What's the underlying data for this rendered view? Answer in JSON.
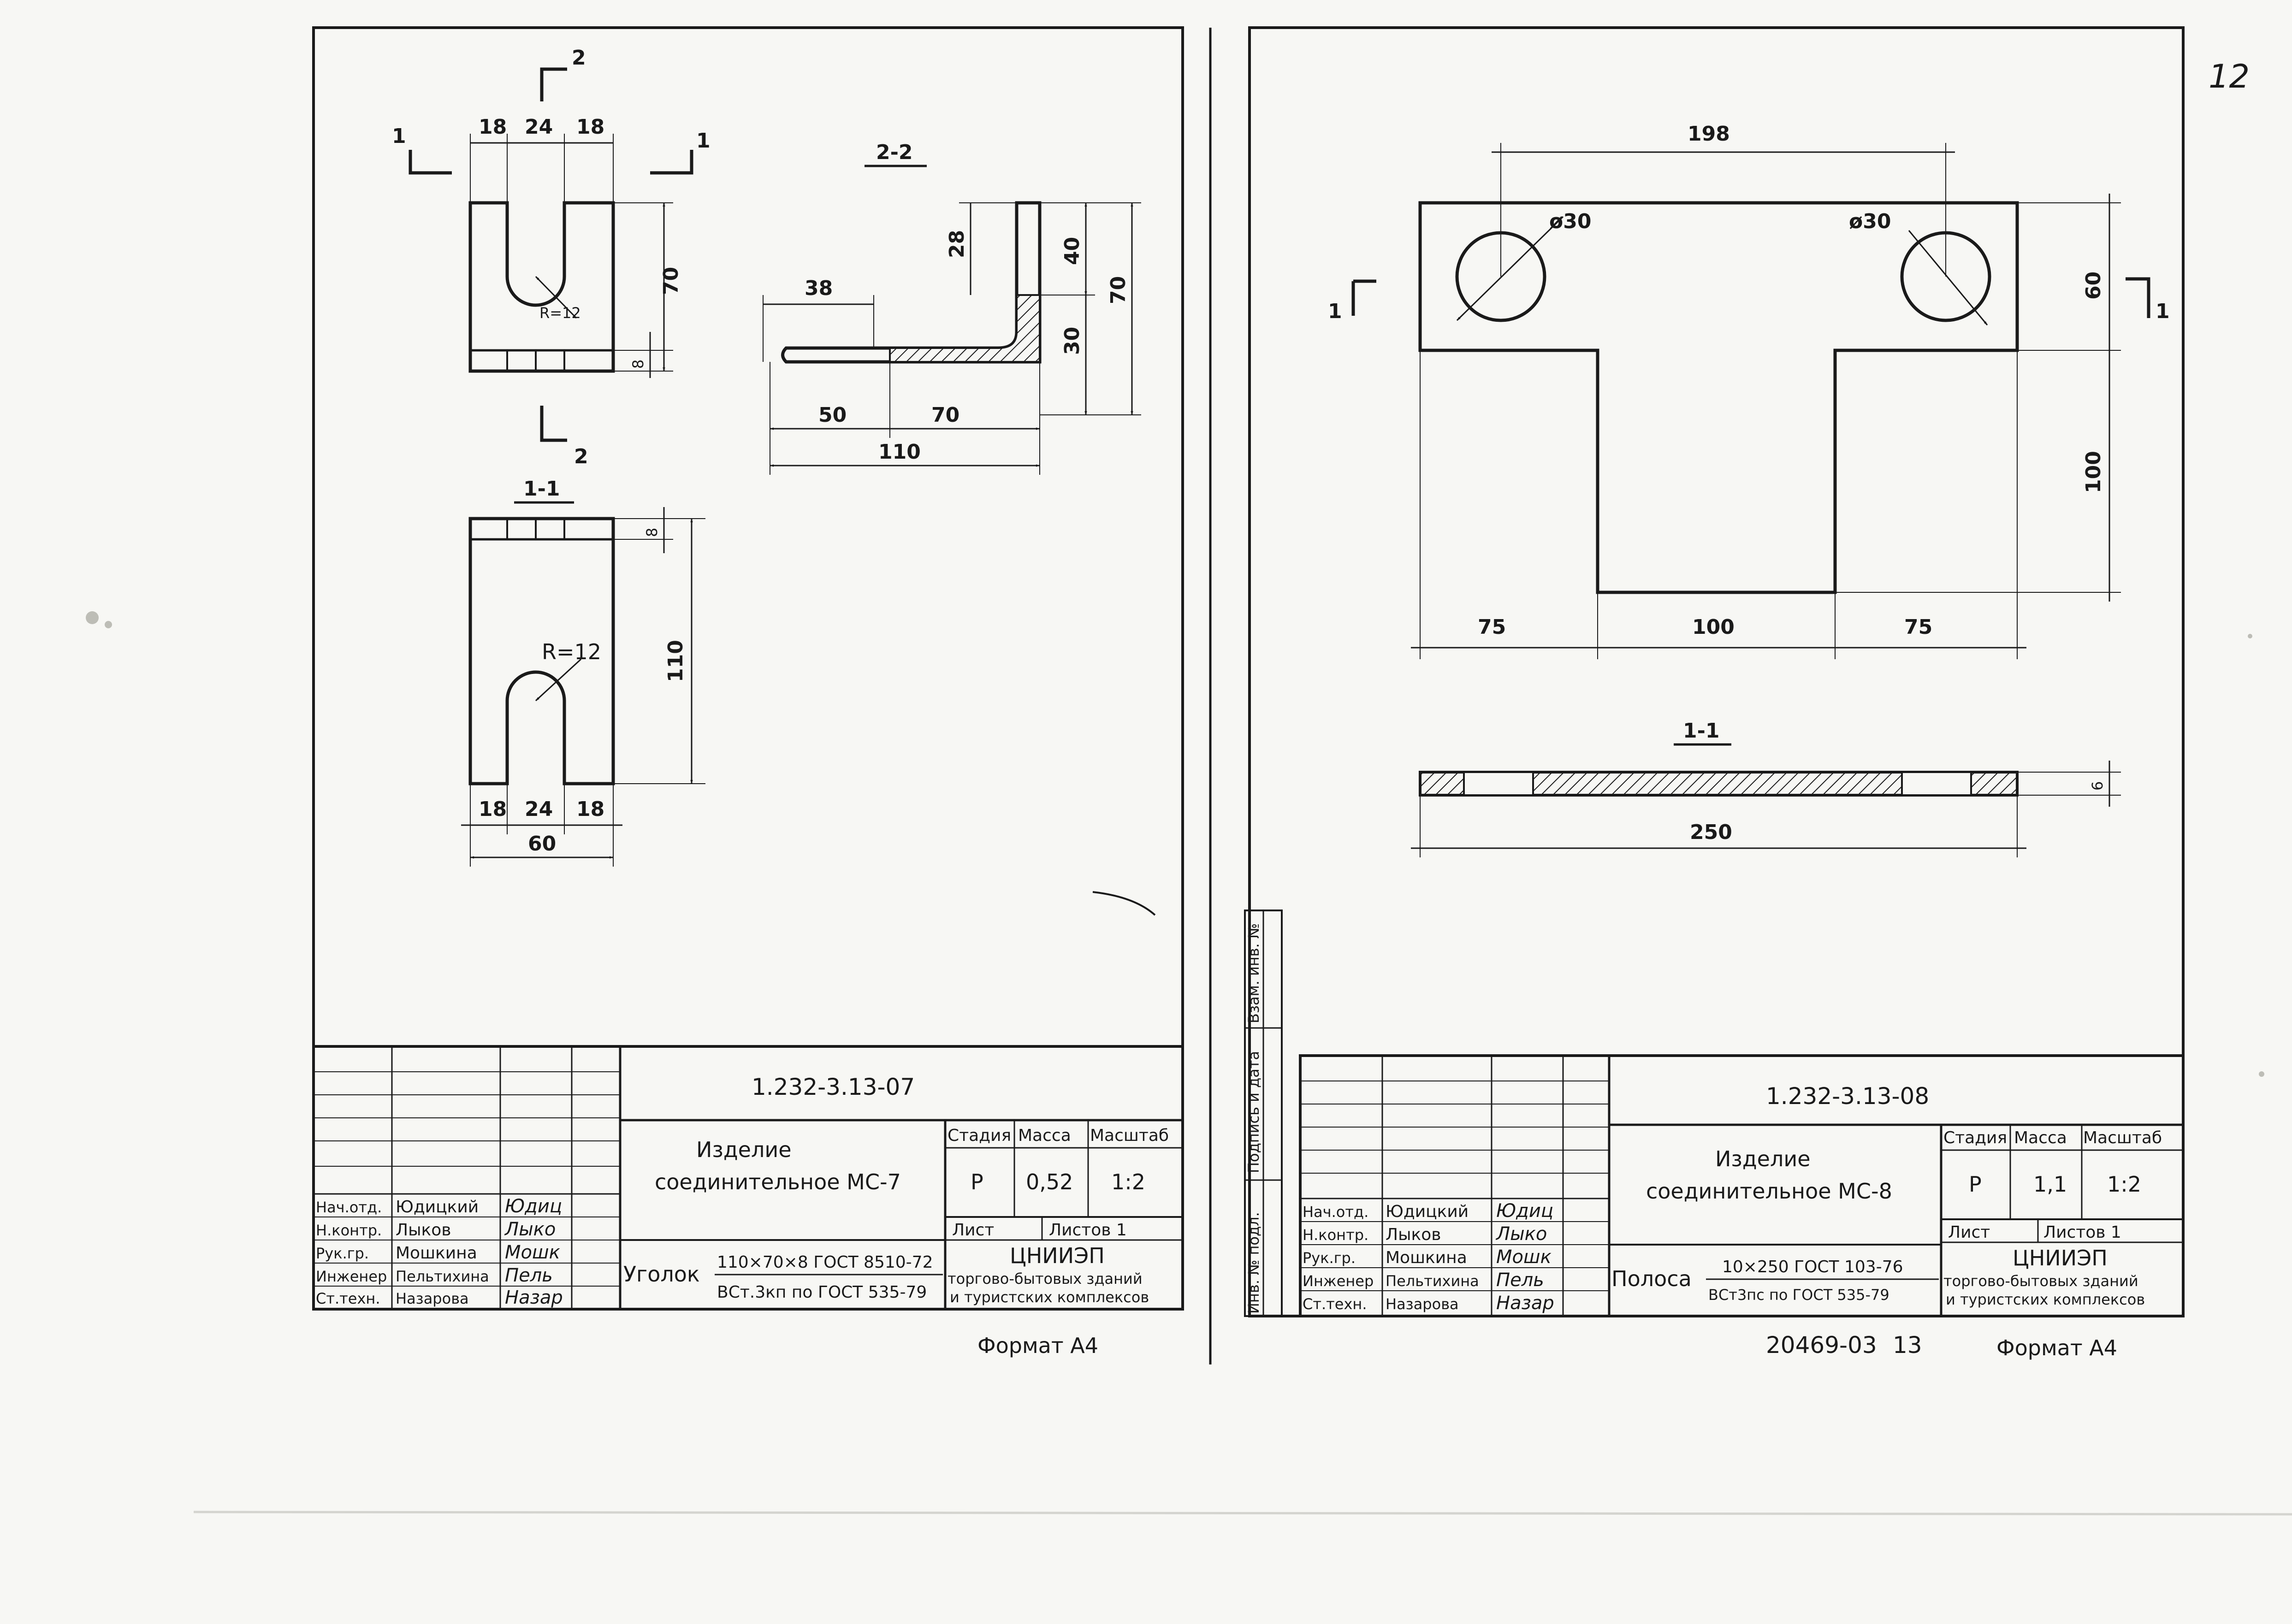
{
  "page_number": "12",
  "left": {
    "views": {
      "front": {
        "section_mark": "1",
        "section_mark_2": "2",
        "dims": {
          "w1": "18",
          "w2": "24",
          "w3": "18",
          "h": "70",
          "slot": "8",
          "r": "R=12"
        }
      },
      "section_2_2": {
        "title": "2-2",
        "dims": {
          "a": "38",
          "b": "28",
          "c": "40",
          "d": "30",
          "e": "70",
          "f": "50",
          "g": "70",
          "h": "110"
        }
      },
      "section_1_1": {
        "title": "1-1",
        "dims": {
          "top": "8",
          "h": "110",
          "r": "R=12",
          "w1": "18",
          "w2": "24",
          "w3": "18",
          "total": "60"
        }
      }
    },
    "title_block": {
      "doc_code": "1.232-3.13-07",
      "name_line1": "Изделие",
      "name_line2": "соединительное МС-7",
      "headers": {
        "stage": "Стадия",
        "mass": "Масса",
        "scale": "Масштаб"
      },
      "values": {
        "stage": "Р",
        "mass": "0,52",
        "scale": "1:2"
      },
      "sheet_label": "Лист",
      "sheets_label": "Листов 1",
      "org_line1": "ЦНИИЭП",
      "org_line2": "торгово-бытовых зданий",
      "org_line3": "и туристских комплексов",
      "material_label": "Уголок",
      "material_top": "110×70×8 ГОСТ 8510-72",
      "material_bottom": "ВСт.3кп по ГОСТ 535-79",
      "people": [
        {
          "role": "Нач.отд.",
          "name": "Юдицкий",
          "sign": "Юдиц"
        },
        {
          "role": "Н.контр.",
          "name": "Лыков",
          "sign": "Лыко"
        },
        {
          "role": "Рук.гр.",
          "name": "Мошкина",
          "sign": "Мошк"
        },
        {
          "role": "Инженер",
          "name": "Пельтихина",
          "sign": "Пель"
        },
        {
          "role": "Ст.техн.",
          "name": "Назарова",
          "sign": "Назар"
        }
      ]
    },
    "format": "Формат А4"
  },
  "right": {
    "views": {
      "plan": {
        "section_mark": "1",
        "dims": {
          "top": "198",
          "hole1": "ø30",
          "hole2": "ø30",
          "h1": "60",
          "h2": "100",
          "w1": "75",
          "w2": "100",
          "w3": "75"
        }
      },
      "section_1_1": {
        "title": "1-1",
        "dims": {
          "t": "6",
          "w": "250"
        }
      }
    },
    "side_strip": {
      "inv_orig": "Инв. № подл.",
      "sign_date": "Подпись и дата",
      "inv_repl": "Взам. инв. №"
    },
    "title_block": {
      "doc_code": "1.232-3.13-08",
      "name_line1": "Изделие",
      "name_line2": "соединительное МС-8",
      "headers": {
        "stage": "Стадия",
        "mass": "Масса",
        "scale": "Масштаб"
      },
      "values": {
        "stage": "Р",
        "mass": "1,1",
        "scale": "1:2"
      },
      "sheet_label": "Лист",
      "sheets_label": "Листов 1",
      "org_line1": "ЦНИИЭП",
      "org_line2": "торгово-бытовых зданий",
      "org_line3": "и туристских комплексов",
      "material_label": "Полоса",
      "material_top": "10×250 ГОСТ 103-76",
      "material_bottom": "ВСт3пс по ГОСТ 535-79",
      "people": [
        {
          "role": "Нач.отд.",
          "name": "Юдицкий",
          "sign": "Юдиц"
        },
        {
          "role": "Н.контр.",
          "name": "Лыков",
          "sign": "Лыко"
        },
        {
          "role": "Рук.гр.",
          "name": "Мошкина",
          "sign": "Мошк"
        },
        {
          "role": "Инженер",
          "name": "Пельтихина",
          "sign": "Пель"
        },
        {
          "role": "Ст.техн.",
          "name": "Назарова",
          "sign": "Назар"
        }
      ]
    },
    "archive_number": "20469-03",
    "archive_sheet": "13",
    "format": "Формат А4"
  }
}
